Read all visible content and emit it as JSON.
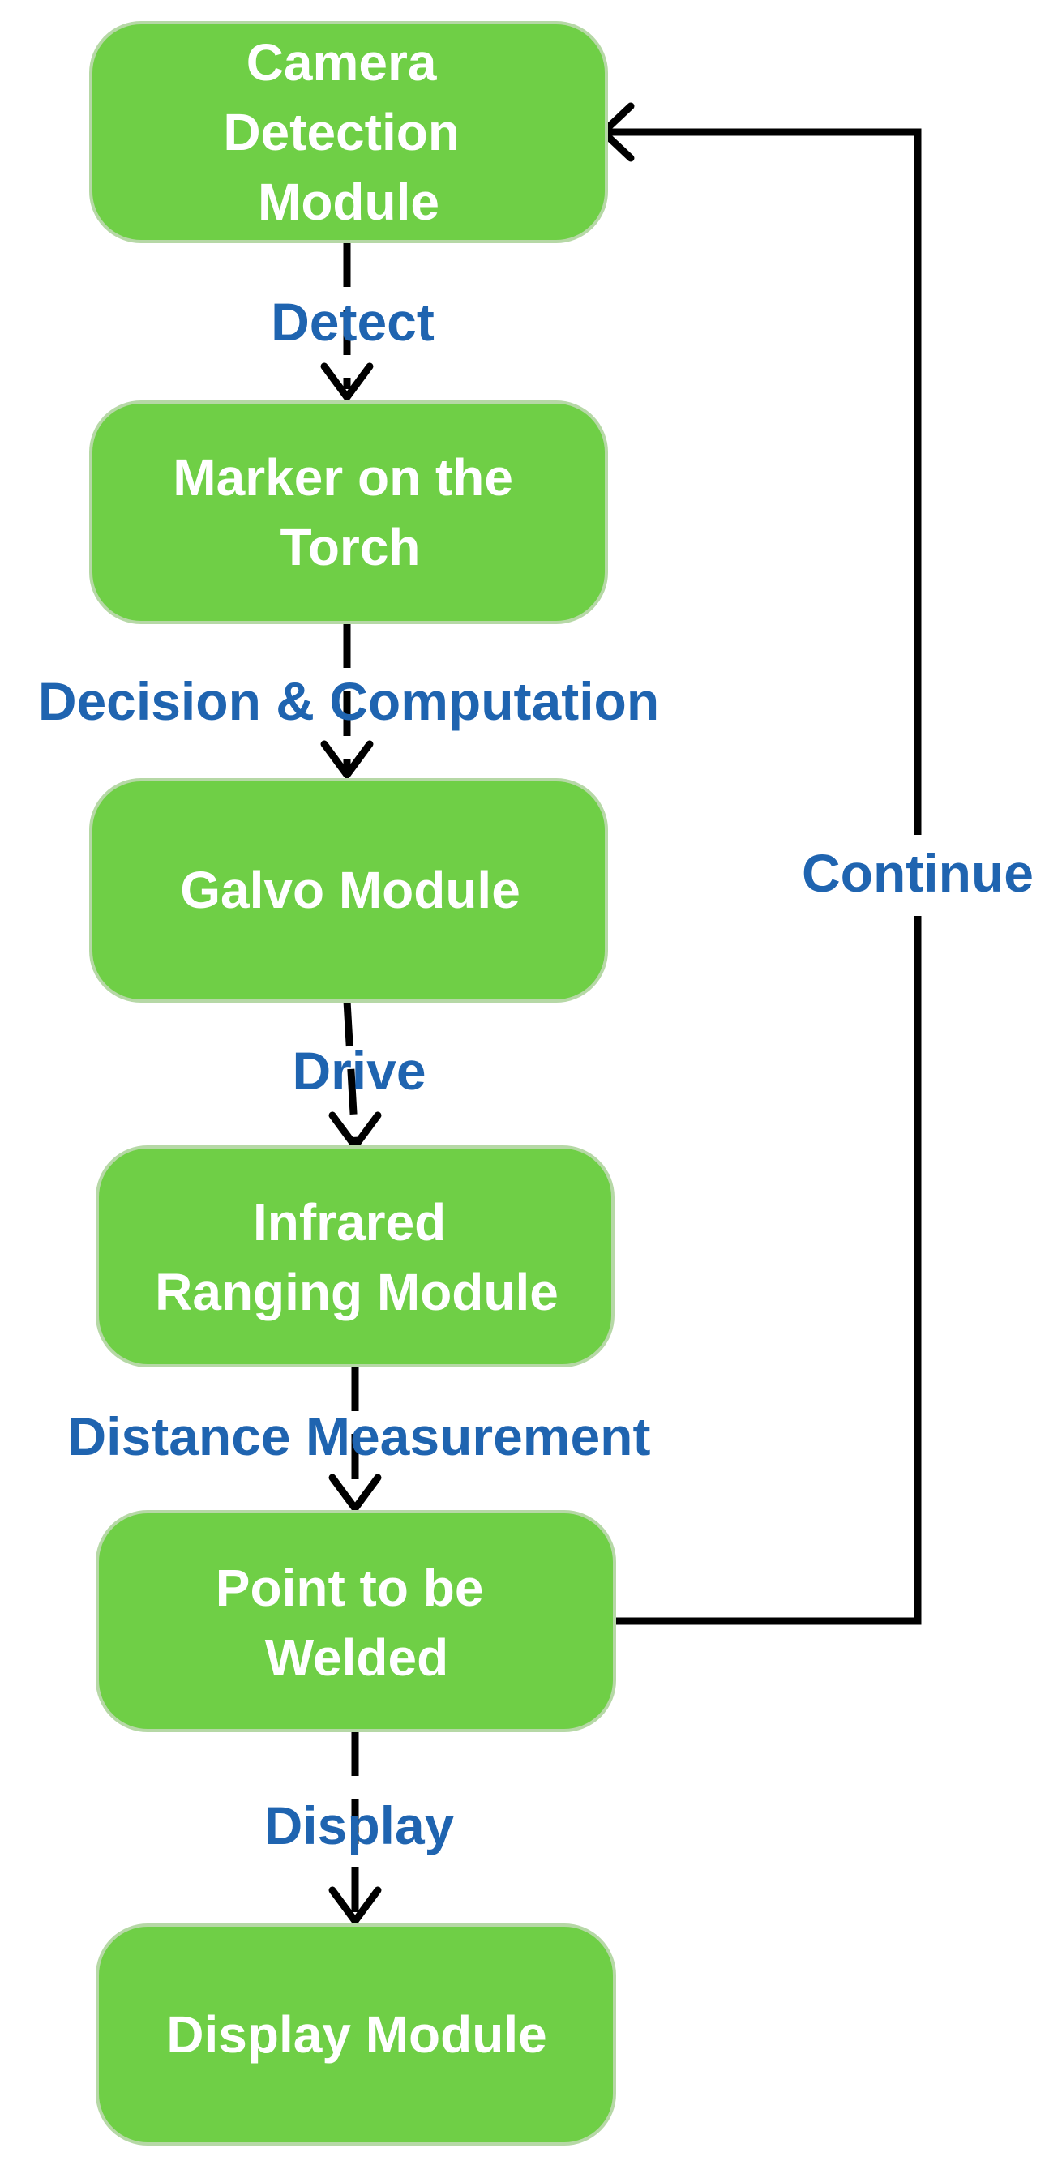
{
  "diagram": {
    "nodes": [
      {
        "id": "camera",
        "lines": [
          "Camera",
          "Detection",
          "Module"
        ]
      },
      {
        "id": "marker",
        "lines": [
          "Marker on the",
          "Torch"
        ]
      },
      {
        "id": "galvo",
        "lines": [
          "Galvo Module"
        ]
      },
      {
        "id": "infrared",
        "lines": [
          "Infrared",
          "Ranging Module"
        ]
      },
      {
        "id": "point",
        "lines": [
          "Point to be",
          "Welded"
        ]
      },
      {
        "id": "display",
        "lines": [
          "Display Module"
        ]
      }
    ],
    "edges": [
      {
        "from": "camera",
        "to": "marker",
        "label": "Detect"
      },
      {
        "from": "marker",
        "to": "galvo",
        "label": "Decision & Computation"
      },
      {
        "from": "galvo",
        "to": "infrared",
        "label": "Drive"
      },
      {
        "from": "infrared",
        "to": "point",
        "label": "Distance Measurement"
      },
      {
        "from": "point",
        "to": "display",
        "label": "Display"
      },
      {
        "from": "point",
        "to": "camera",
        "label": "Continue"
      }
    ],
    "colors": {
      "node_fill": "#6fcf46",
      "node_text": "#ffffff",
      "label_text": "#1f64b0",
      "line": "#000000"
    }
  }
}
